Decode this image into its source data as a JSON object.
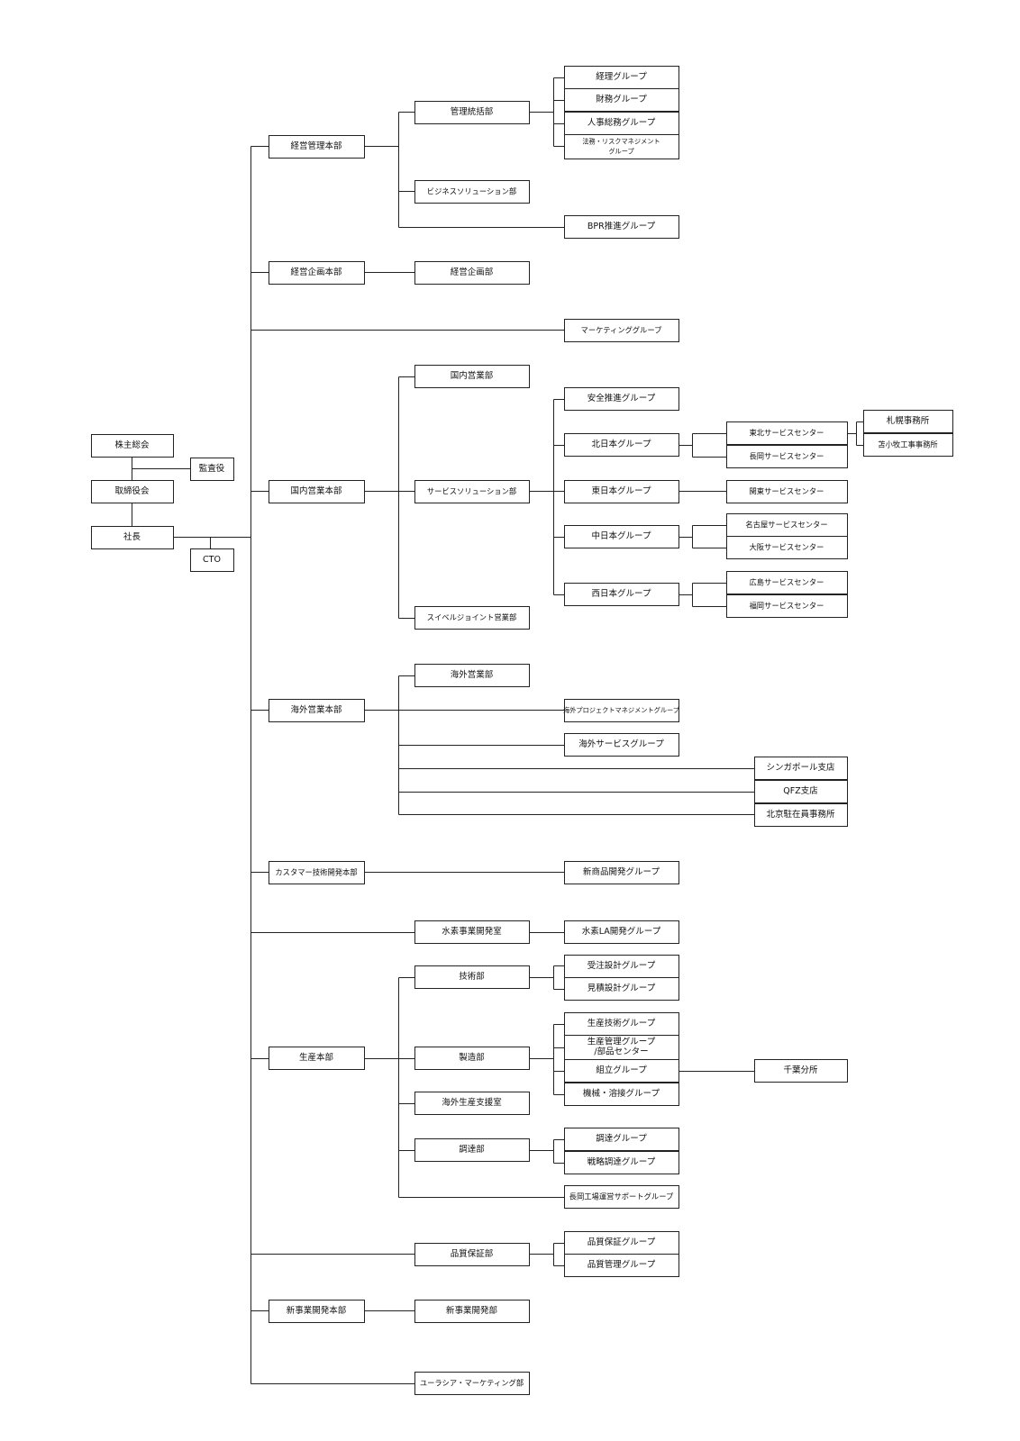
{
  "nodes": {
    "shareholders": "株主総会",
    "auditor": "監査役",
    "board": "取締役会",
    "president": "社長",
    "cto": "CTO",
    "keiei_kanri": "経営管理本部",
    "kanri_tokatsu": "管理統括部",
    "keiri": "経理グループ",
    "zaimu": "財務グループ",
    "jinji": "人事総務グループ",
    "homu_line1": "法務・リスクマネジメント",
    "homu_line2": "グループ",
    "business_solution": "ビジネスソリューション部",
    "bpr": "BPR推進グループ",
    "keiei_kikaku_honbu": "経営企画本部",
    "keiei_kikaku_bu": "経営企画部",
    "marketing": "マーケティンググループ",
    "kokunai_honbu": "国内営業本部",
    "kokunai_bu": "国内営業部",
    "service_solution": "サービスソリューション部",
    "swivel": "スイベルジョイント営業部",
    "anzen": "安全推進グループ",
    "kitanihon": "北日本グループ",
    "tohoku": "東北サービスセンター",
    "nagaoka_sc": "長岡サービスセンター",
    "sapporo": "札幌事務所",
    "tomakomai": "苫小牧工事事務所",
    "higashinihon": "東日本グループ",
    "kanto": "関東サービスセンター",
    "nakanihon": "中日本グループ",
    "nagoya": "名古屋サービスセンター",
    "osaka": "大阪サービスセンター",
    "nishinihon": "西日本グループ",
    "hiroshima": "広島サービスセンター",
    "fukuoka": "福岡サービスセンター",
    "kaigai_honbu": "海外営業本部",
    "kaigai_bu": "海外営業部",
    "kaigai_pm": "海外プロジェクトマネジメントグループ",
    "kaigai_service": "海外サービスグループ",
    "singapore": "シンガポール支店",
    "qfz": "QFZ支店",
    "beijing": "北京駐在員事務所",
    "customer_tech": "カスタマー技術開発本部",
    "shinshohin": "新商品開発グループ",
    "suiso_shitsu": "水素事業開発室",
    "suiso_la": "水素LA開発グループ",
    "seisan_honbu": "生産本部",
    "gijutsu": "技術部",
    "juchu": "受注設計グループ",
    "mitsumori": "見積設計グループ",
    "seizo": "製造部",
    "seisan_gijutsu": "生産技術グループ",
    "seisan_kanri_line1": "生産管理グループ",
    "seisan_kanri_line2": "/部品センター",
    "kumitate": "組立グループ",
    "kikai": "機械・溶接グループ",
    "chiba": "千葉分所",
    "kaigai_seisan": "海外生産支援室",
    "chotatsu_bu": "調達部",
    "chotatsu_g": "調達グループ",
    "senryaku": "戦略調達グループ",
    "nagaoka_factory": "長岡工場運営サポートグループ",
    "hinshitsu_hosho_bu": "品質保証部",
    "hinshitsu_hosho_g": "品質保証グループ",
    "hinshitsu_kanri_g": "品質管理グループ",
    "shinjigyo_honbu": "新事業開発本部",
    "shinjigyo_bu": "新事業開発部",
    "eurasia": "ユーラシア・マーケティング部"
  }
}
